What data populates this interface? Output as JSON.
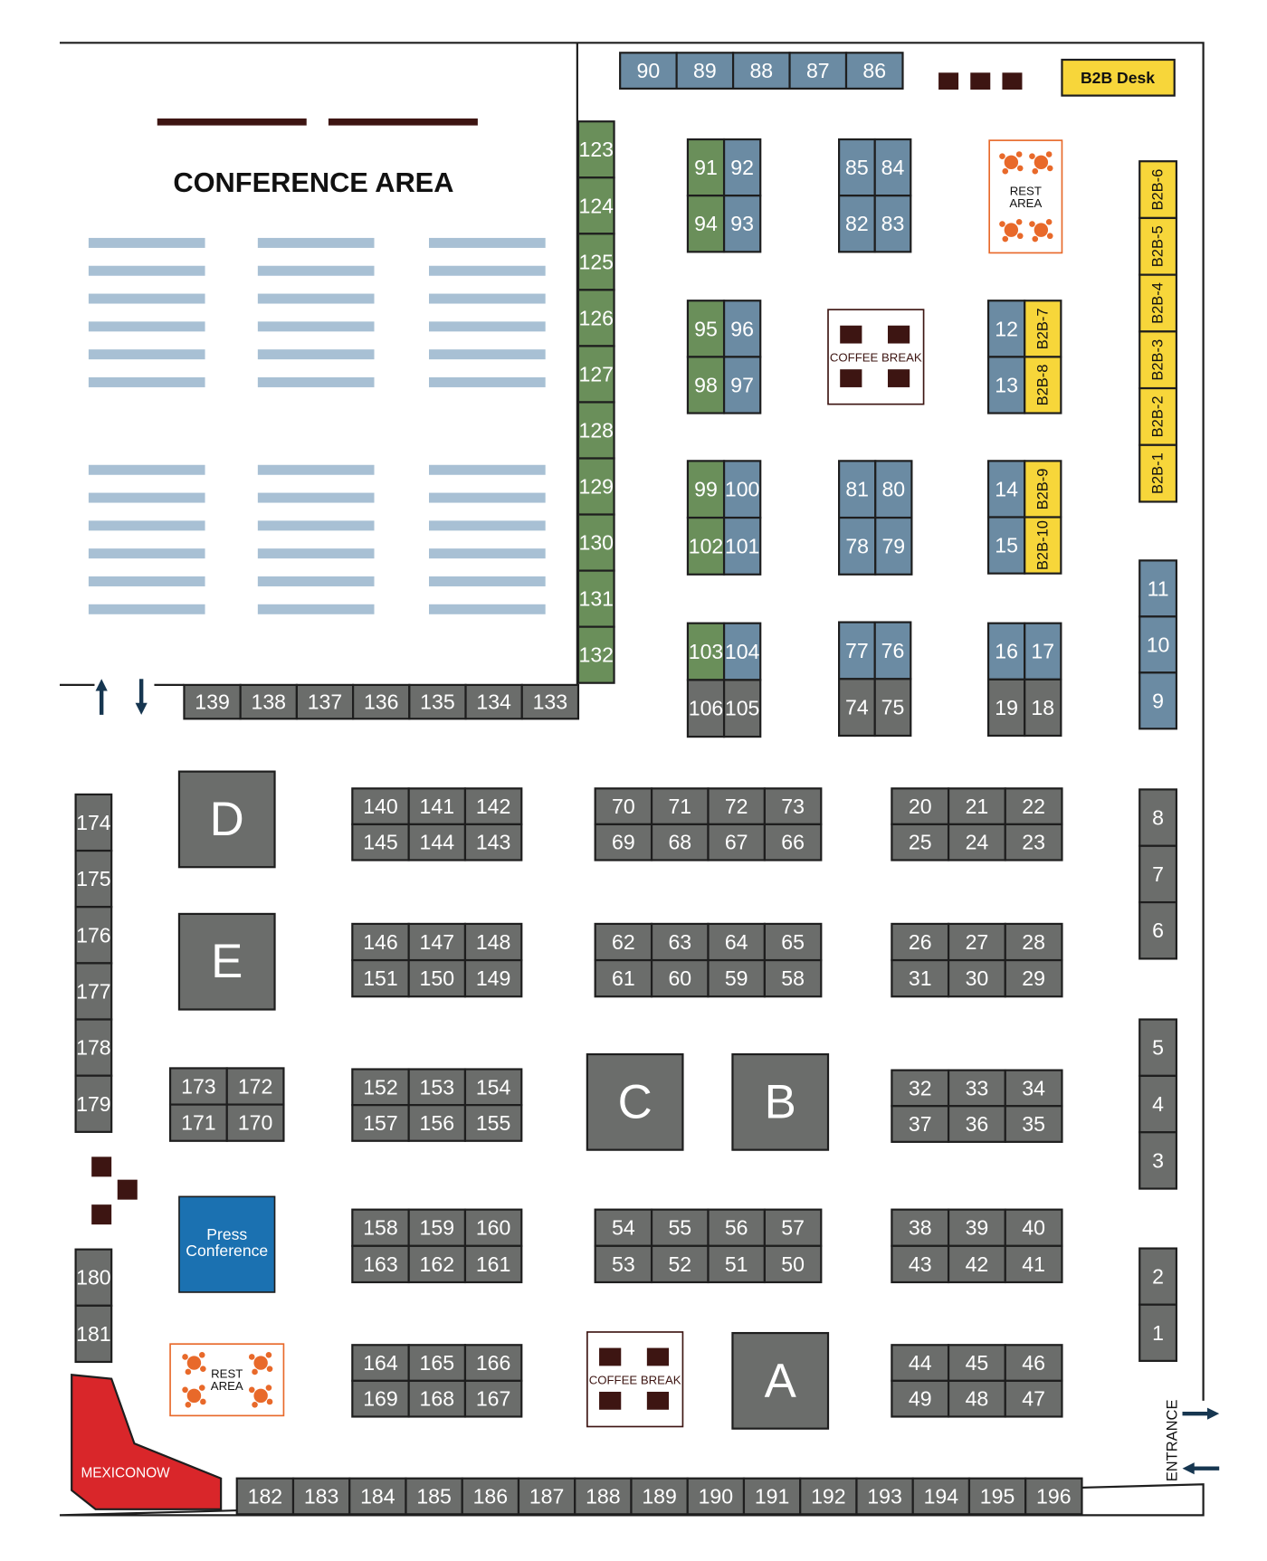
{
  "conference_title": "CONFERENCE AREA",
  "labels": {
    "b2b_desk": "B2B Desk",
    "rest_area_line1": "REST",
    "rest_area_line2": "AREA",
    "coffee_break": "COFFEE BREAK",
    "press_line1": "Press",
    "press_line2": "Conference",
    "mexiconow": "MEXICONOW",
    "entrance": "ENTRANCE"
  },
  "halls": {
    "D": "D",
    "E": "E",
    "C": "C",
    "B": "B",
    "A": "A"
  },
  "colors": {
    "gray": "#6b6d6b",
    "blue": "#6b8ba3",
    "green": "#6a8f5a",
    "yellow": "#f7d63a",
    "border": "#1e1e1e",
    "seat": "#a8c0d4",
    "maroon": "#3d1512",
    "rest_orange": "#e8692a",
    "press_blue": "#1b71b1",
    "mexiconow_red": "#d9262a",
    "arrow_navy": "#163650"
  },
  "booth_groups": {
    "top": [
      [
        "90",
        "blue"
      ],
      [
        "89",
        "blue"
      ],
      [
        "88",
        "blue"
      ],
      [
        "87",
        "blue"
      ],
      [
        "86",
        "blue"
      ]
    ],
    "green_col": [
      [
        "123",
        "green"
      ],
      [
        "124",
        "green"
      ],
      [
        "125",
        "green"
      ],
      [
        "126",
        "green"
      ],
      [
        "127",
        "green"
      ],
      [
        "128",
        "green"
      ],
      [
        "129",
        "green"
      ],
      [
        "130",
        "green"
      ],
      [
        "131",
        "green"
      ],
      [
        "132",
        "green"
      ]
    ],
    "row133": [
      [
        "139",
        "gray"
      ],
      [
        "138",
        "gray"
      ],
      [
        "137",
        "gray"
      ],
      [
        "136",
        "gray"
      ],
      [
        "135",
        "gray"
      ],
      [
        "134",
        "gray"
      ],
      [
        "133",
        "gray"
      ]
    ],
    "b91": [
      [
        "91",
        "green"
      ],
      [
        "92",
        "blue"
      ],
      [
        "94",
        "green"
      ],
      [
        "93",
        "blue"
      ]
    ],
    "b85": [
      [
        "85",
        "blue"
      ],
      [
        "84",
        "blue"
      ],
      [
        "82",
        "blue"
      ],
      [
        "83",
        "blue"
      ]
    ],
    "b95": [
      [
        "95",
        "green"
      ],
      [
        "96",
        "blue"
      ],
      [
        "98",
        "green"
      ],
      [
        "97",
        "blue"
      ]
    ],
    "b12": [
      [
        "12",
        "blue"
      ],
      [
        "B2B-7",
        "yellow"
      ],
      [
        "13",
        "blue"
      ],
      [
        "B2B-8",
        "yellow"
      ]
    ],
    "b99": [
      [
        "99",
        "green"
      ],
      [
        "100",
        "blue"
      ],
      [
        "102",
        "green"
      ],
      [
        "101",
        "blue"
      ]
    ],
    "b81": [
      [
        "81",
        "blue"
      ],
      [
        "80",
        "blue"
      ],
      [
        "78",
        "blue"
      ],
      [
        "79",
        "blue"
      ]
    ],
    "b14": [
      [
        "14",
        "blue"
      ],
      [
        "B2B-9",
        "yellow"
      ],
      [
        "15",
        "blue"
      ],
      [
        "B2B-10",
        "yellow"
      ]
    ],
    "b103": [
      [
        "103",
        "green"
      ],
      [
        "104",
        "blue"
      ],
      [
        "106",
        "gray"
      ],
      [
        "105",
        "gray"
      ]
    ],
    "b77": [
      [
        "77",
        "blue"
      ],
      [
        "76",
        "blue"
      ],
      [
        "74",
        "gray"
      ],
      [
        "75",
        "gray"
      ]
    ],
    "b16": [
      [
        "16",
        "blue"
      ],
      [
        "17",
        "blue"
      ],
      [
        "19",
        "gray"
      ],
      [
        "18",
        "gray"
      ]
    ],
    "b2b_col": [
      [
        "B2B-6",
        "yellow"
      ],
      [
        "B2B-5",
        "yellow"
      ],
      [
        "B2B-4",
        "yellow"
      ],
      [
        "B2B-3",
        "yellow"
      ],
      [
        "B2B-2",
        "yellow"
      ],
      [
        "B2B-1",
        "yellow"
      ]
    ],
    "r11": [
      [
        "11",
        "blue"
      ],
      [
        "10",
        "blue"
      ],
      [
        "9",
        "blue"
      ]
    ],
    "r8": [
      [
        "8",
        "gray"
      ],
      [
        "7",
        "gray"
      ],
      [
        "6",
        "gray"
      ]
    ],
    "r5": [
      [
        "5",
        "gray"
      ],
      [
        "4",
        "gray"
      ],
      [
        "3",
        "gray"
      ]
    ],
    "r2": [
      [
        "2",
        "gray"
      ],
      [
        "1",
        "gray"
      ]
    ],
    "l174": [
      [
        "174",
        "gray"
      ],
      [
        "175",
        "gray"
      ],
      [
        "176",
        "gray"
      ],
      [
        "177",
        "gray"
      ],
      [
        "178",
        "gray"
      ],
      [
        "179",
        "gray"
      ]
    ],
    "l180": [
      [
        "180",
        "gray"
      ],
      [
        "181",
        "gray"
      ]
    ],
    "b173": [
      [
        "173",
        "gray"
      ],
      [
        "172",
        "gray"
      ],
      [
        "171",
        "gray"
      ],
      [
        "170",
        "gray"
      ]
    ],
    "b140": [
      [
        "140",
        "gray"
      ],
      [
        "141",
        "gray"
      ],
      [
        "142",
        "gray"
      ],
      [
        "145",
        "gray"
      ],
      [
        "144",
        "gray"
      ],
      [
        "143",
        "gray"
      ]
    ],
    "b146": [
      [
        "146",
        "gray"
      ],
      [
        "147",
        "gray"
      ],
      [
        "148",
        "gray"
      ],
      [
        "151",
        "gray"
      ],
      [
        "150",
        "gray"
      ],
      [
        "149",
        "gray"
      ]
    ],
    "b152": [
      [
        "152",
        "gray"
      ],
      [
        "153",
        "gray"
      ],
      [
        "154",
        "gray"
      ],
      [
        "157",
        "gray"
      ],
      [
        "156",
        "gray"
      ],
      [
        "155",
        "gray"
      ]
    ],
    "b158": [
      [
        "158",
        "gray"
      ],
      [
        "159",
        "gray"
      ],
      [
        "160",
        "gray"
      ],
      [
        "163",
        "gray"
      ],
      [
        "162",
        "gray"
      ],
      [
        "161",
        "gray"
      ]
    ],
    "b164": [
      [
        "164",
        "gray"
      ],
      [
        "165",
        "gray"
      ],
      [
        "166",
        "gray"
      ],
      [
        "169",
        "gray"
      ],
      [
        "168",
        "gray"
      ],
      [
        "167",
        "gray"
      ]
    ],
    "b70": [
      [
        "70",
        "gray"
      ],
      [
        "71",
        "gray"
      ],
      [
        "72",
        "gray"
      ],
      [
        "73",
        "gray"
      ],
      [
        "69",
        "gray"
      ],
      [
        "68",
        "gray"
      ],
      [
        "67",
        "gray"
      ],
      [
        "66",
        "gray"
      ]
    ],
    "b62": [
      [
        "62",
        "gray"
      ],
      [
        "63",
        "gray"
      ],
      [
        "64",
        "gray"
      ],
      [
        "65",
        "gray"
      ],
      [
        "61",
        "gray"
      ],
      [
        "60",
        "gray"
      ],
      [
        "59",
        "gray"
      ],
      [
        "58",
        "gray"
      ]
    ],
    "b54": [
      [
        "54",
        "gray"
      ],
      [
        "55",
        "gray"
      ],
      [
        "56",
        "gray"
      ],
      [
        "57",
        "gray"
      ],
      [
        "53",
        "gray"
      ],
      [
        "52",
        "gray"
      ],
      [
        "51",
        "gray"
      ],
      [
        "50",
        "gray"
      ]
    ],
    "b20": [
      [
        "20",
        "gray"
      ],
      [
        "21",
        "gray"
      ],
      [
        "22",
        "gray"
      ],
      [
        "25",
        "gray"
      ],
      [
        "24",
        "gray"
      ],
      [
        "23",
        "gray"
      ]
    ],
    "b26": [
      [
        "26",
        "gray"
      ],
      [
        "27",
        "gray"
      ],
      [
        "28",
        "gray"
      ],
      [
        "31",
        "gray"
      ],
      [
        "30",
        "gray"
      ],
      [
        "29",
        "gray"
      ]
    ],
    "b32": [
      [
        "32",
        "gray"
      ],
      [
        "33",
        "gray"
      ],
      [
        "34",
        "gray"
      ],
      [
        "37",
        "gray"
      ],
      [
        "36",
        "gray"
      ],
      [
        "35",
        "gray"
      ]
    ],
    "b38": [
      [
        "38",
        "gray"
      ],
      [
        "39",
        "gray"
      ],
      [
        "40",
        "gray"
      ],
      [
        "43",
        "gray"
      ],
      [
        "42",
        "gray"
      ],
      [
        "41",
        "gray"
      ]
    ],
    "b44": [
      [
        "44",
        "gray"
      ],
      [
        "45",
        "gray"
      ],
      [
        "46",
        "gray"
      ],
      [
        "49",
        "gray"
      ],
      [
        "48",
        "gray"
      ],
      [
        "47",
        "gray"
      ]
    ],
    "bottom": [
      [
        "182",
        "gray"
      ],
      [
        "183",
        "gray"
      ],
      [
        "184",
        "gray"
      ],
      [
        "185",
        "gray"
      ],
      [
        "186",
        "gray"
      ],
      [
        "187",
        "gray"
      ],
      [
        "188",
        "gray"
      ],
      [
        "189",
        "gray"
      ],
      [
        "190",
        "gray"
      ],
      [
        "191",
        "gray"
      ],
      [
        "192",
        "gray"
      ],
      [
        "193",
        "gray"
      ],
      [
        "194",
        "gray"
      ],
      [
        "195",
        "gray"
      ],
      [
        "196",
        "gray"
      ]
    ]
  }
}
